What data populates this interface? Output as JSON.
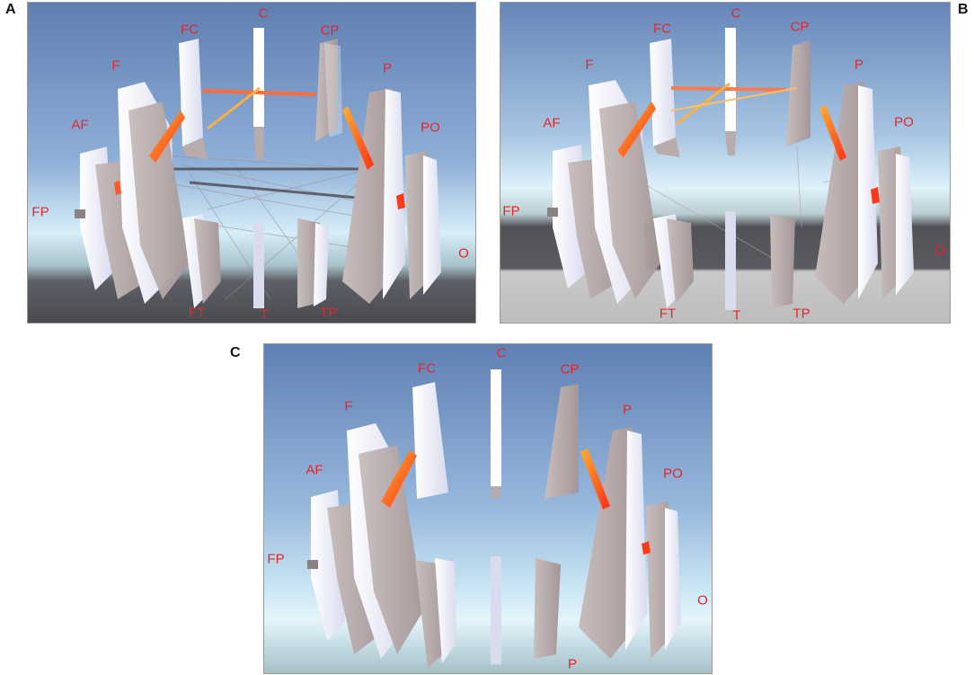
{
  "panels": [
    {
      "letter": "A",
      "labels": {
        "C": "C",
        "FC": "FC",
        "CP": "CP",
        "F": "F",
        "P": "P",
        "AF": "AF",
        "PO": "PO",
        "FP": "FP",
        "O": "O",
        "FT": "FT",
        "T": "T",
        "TP": "TP"
      }
    },
    {
      "letter": "B",
      "labels": {
        "C": "C",
        "FC": "FC",
        "CP": "CP",
        "F": "F",
        "P": "P",
        "AF": "AF",
        "PO": "PO",
        "FP": "FP",
        "O": "O",
        "FT": "FT",
        "T": "T",
        "TP": "TP"
      }
    },
    {
      "letter": "C",
      "labels": {
        "C": "C",
        "FC": "FC",
        "CP": "CP",
        "F": "F",
        "P": "P",
        "AF": "AF",
        "PO": "PO",
        "FP": "FP",
        "O": "O",
        "FT": "",
        "T": "",
        "TP": "P"
      }
    }
  ],
  "colors": {
    "label": "#e8242a",
    "connection_strong": "#ff4a1a",
    "connection_mid": "#ffa030",
    "panel_front": "#ecedf7",
    "panel_side": "#b7abab"
  }
}
